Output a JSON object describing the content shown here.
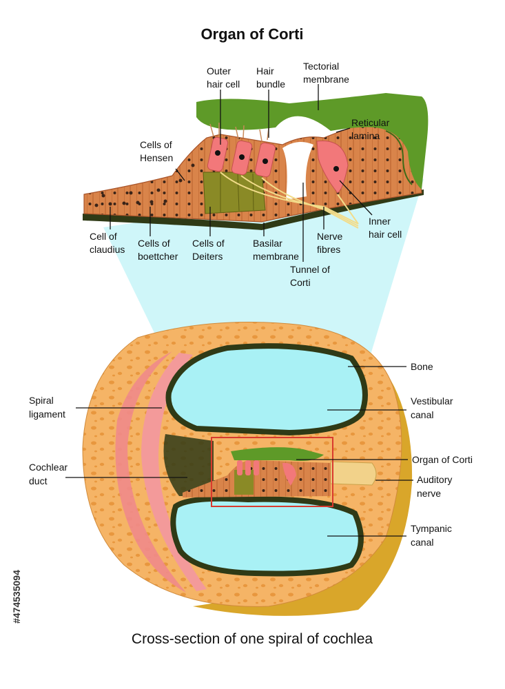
{
  "title": "Organ of Corti",
  "caption": "Cross-section of one spiral of cochlea",
  "stock_id": "#474535094",
  "labels": {
    "outer_hair_cell": [
      "Outer",
      "hair cell"
    ],
    "hair_bundle": [
      "Hair",
      "bundle"
    ],
    "tectorial_membrane": [
      "Tectorial",
      "membrane"
    ],
    "reticular_lamina": [
      "Reticular",
      "lamina"
    ],
    "cells_of_hensen": [
      "Cells of",
      "Hensen"
    ],
    "cell_of_claudius": [
      "Cell of",
      "claudius"
    ],
    "cells_of_boettcher": [
      "Cells of",
      "boettcher"
    ],
    "cells_of_deiters": [
      "Cells of",
      "Deiters"
    ],
    "basilar_membrane": [
      "Basilar",
      "membrane"
    ],
    "tunnel_of_corti": [
      "Tunnel of",
      "Corti"
    ],
    "nerve_fibres": [
      "Nerve",
      "fibres"
    ],
    "inner_hair_cell": [
      "Inner",
      "hair cell"
    ],
    "bone": [
      "Bone"
    ],
    "vestibular_canal": [
      "Vestibular",
      "canal"
    ],
    "spiral_ligament": [
      "Spiral",
      "ligament"
    ],
    "organ_of_corti": [
      "Organ of Corti"
    ],
    "cochlear_duct": [
      "Cochlear",
      "duct"
    ],
    "auditory_nerve": [
      "Auditory",
      "nerve"
    ],
    "tympanic_canal": [
      "Tympanic",
      "canal"
    ]
  },
  "colors": {
    "tectorial": "#5e9a28",
    "tissue": "#d9844a",
    "hair_cell": "#f2787a",
    "deiters": "#8a8a26",
    "bone": "#f3b46a",
    "bone_outer": "#d9a62a",
    "canal": "#a9f1f5",
    "ligament": "#f08a8a",
    "highlight_box": "#d93a2e",
    "zoom_beam": "#bff3f7"
  }
}
